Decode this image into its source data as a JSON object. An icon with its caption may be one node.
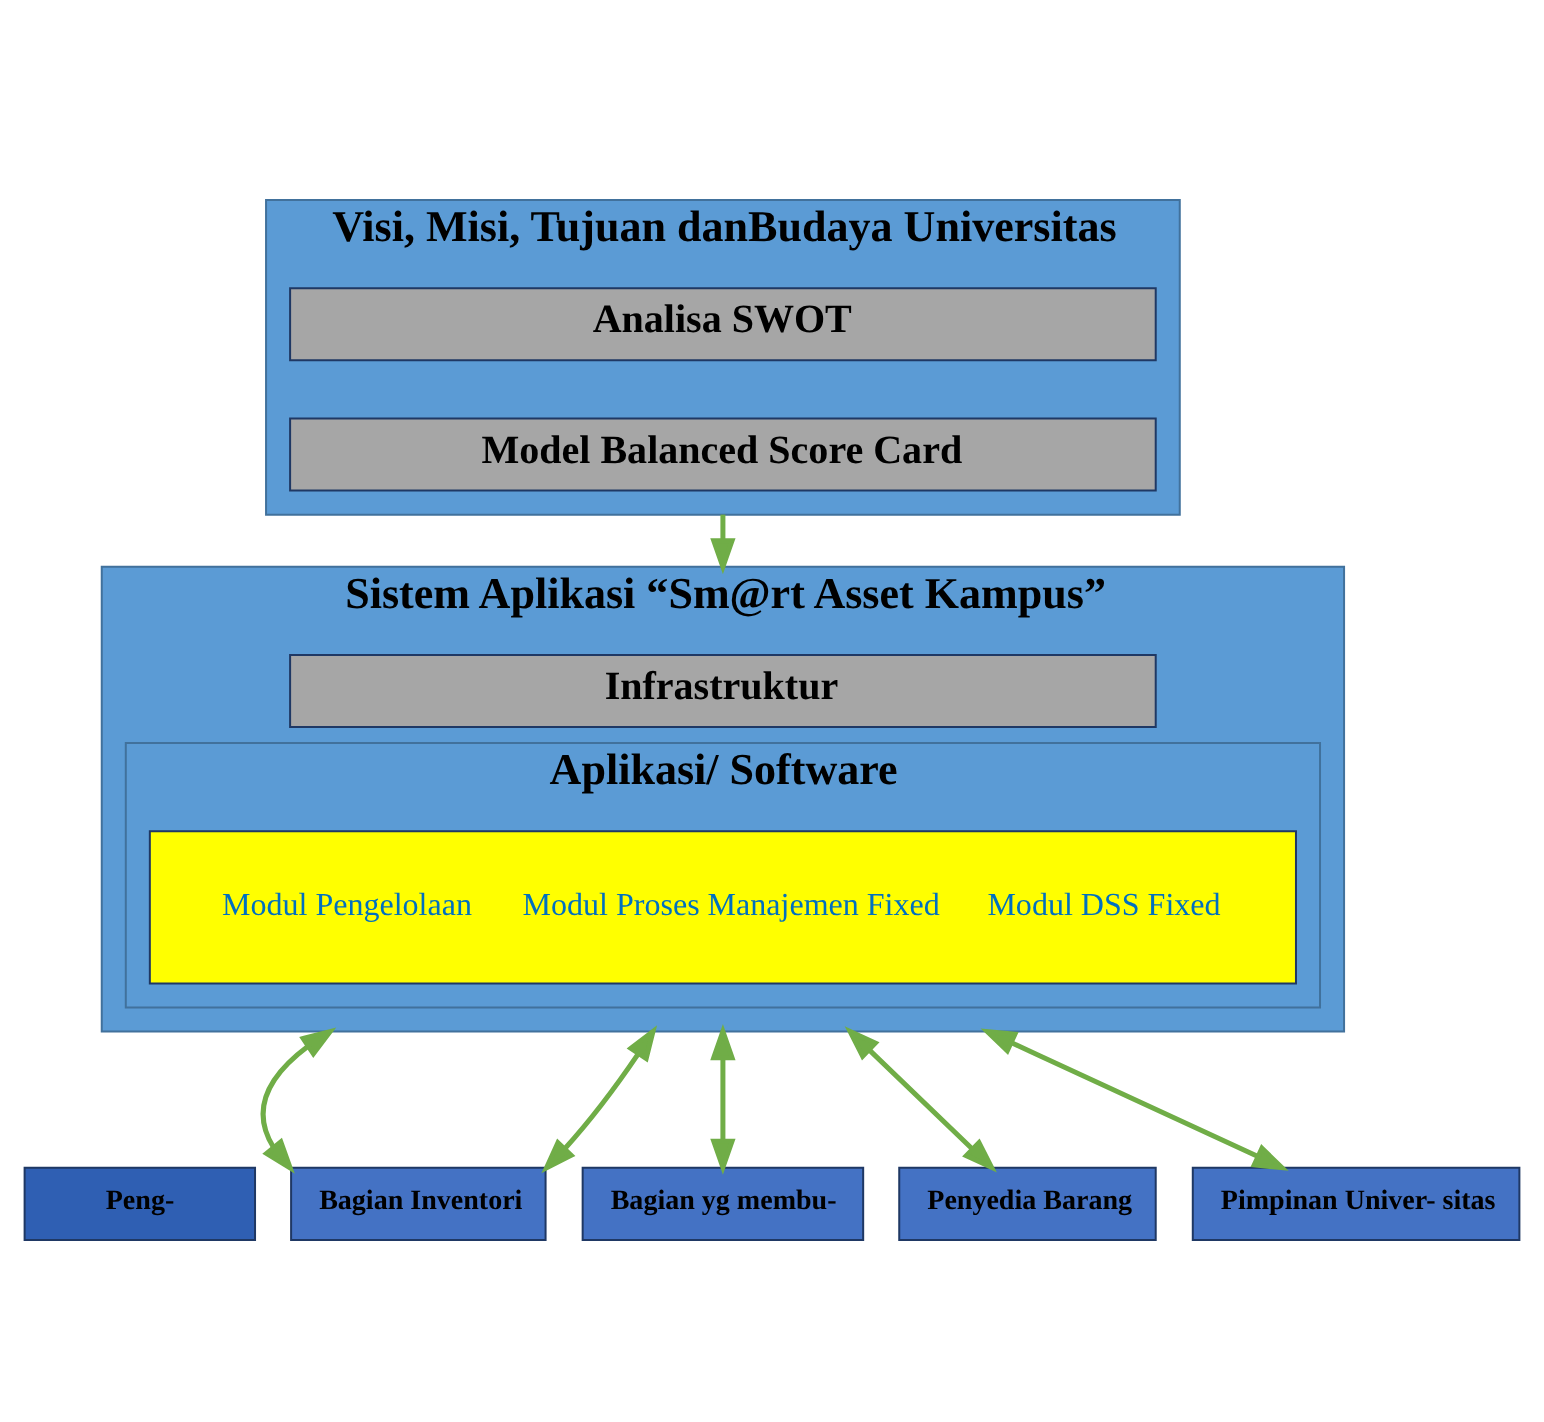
{
  "diagram": {
    "nodes": [
      {
        "text": [
          "Visi, Misi, Tujuan danBudaya Universitas"
        ]
      },
      {
        "text": [
          "Analisa SWOT"
        ],
        "in": 0
      },
      {
        "text": [
          "Model Balanced Score Card"
        ],
        "in": 0
      },
      {
        "text": [
          "Sistem Aplikasi “Sm@rt Asset Kampus”"
        ]
      },
      {
        "text": [
          "Infrastruktur"
        ],
        "in": 3
      },
      {
        "text": [
          "Aplikasi/ Software"
        ],
        "in": 3
      },
      {
        "text": [
          "Modul Pengelolaan",
          "Modul Proses Manajemen Fixed",
          "Modul DSS Fixed"
        ],
        "in": 5
      },
      {
        "text": [
          "Peng-"
        ]
      },
      {
        "text": [
          "Bagian Inventori"
        ]
      },
      {
        "text": [
          "Bagian yg membu-"
        ]
      },
      {
        "text": [
          "Penyedia Barang"
        ]
      },
      {
        "text": [
          "Pimpinan Univer- sitas"
        ]
      }
    ],
    "edges": [
      {
        "from": 0,
        "to": 3,
        "arrow": "to"
      },
      {
        "from": 3,
        "to": 8,
        "arrow": "both"
      },
      {
        "from": 3,
        "to": 8,
        "arrow": "both"
      },
      {
        "from": 3,
        "to": 9,
        "arrow": "both"
      },
      {
        "from": 3,
        "to": 10,
        "arrow": "both"
      },
      {
        "from": 3,
        "to": 11,
        "arrow": "both"
      }
    ]
  }
}
